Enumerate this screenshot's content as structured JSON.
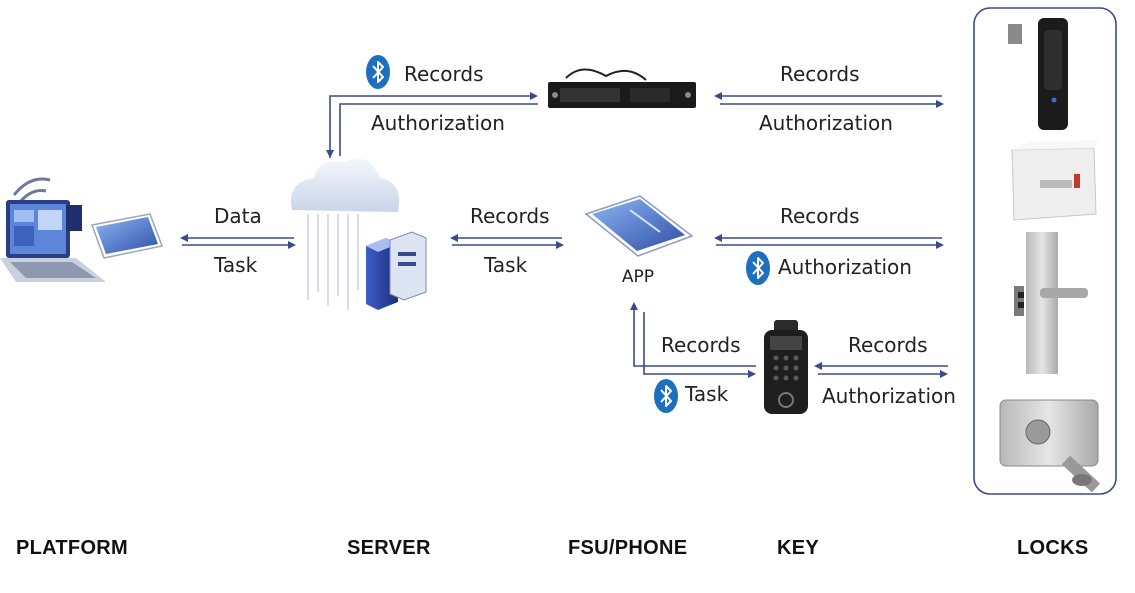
{
  "colors": {
    "arrow": "#3a4a8c",
    "bluetooth": "#1e6fc0",
    "locks_border": "#3a4a8c"
  },
  "columns": {
    "platform": "PLATFORM",
    "server": "SERVER",
    "fsu_phone": "FSU/PHONE",
    "key": "KEY",
    "locks": "LOCKS"
  },
  "flows": {
    "server_fsu": {
      "top": "Records",
      "bottom": "Authorization",
      "icon": "bluetooth-icon"
    },
    "fsu_locks": {
      "top": "Records",
      "bottom": "Authorization"
    },
    "platform_server": {
      "top": "Data",
      "bottom": "Task"
    },
    "server_phone": {
      "top": "Records",
      "bottom": "Task"
    },
    "phone_locks": {
      "top": "Records",
      "bottom": "Authorization",
      "icon": "bluetooth-icon"
    },
    "phone_key": {
      "top": "Records",
      "bottom": "Task",
      "icon": "bluetooth-icon"
    },
    "key_locks": {
      "top": "Records",
      "bottom": "Authorization"
    }
  },
  "phone": {
    "app_label": "APP"
  },
  "icons": [
    "laptop-icon",
    "tablet-icon",
    "cloud-server-icon",
    "fsu-device-icon",
    "phone-icon",
    "keypad-key-icon",
    "cabinet-lock-icon",
    "box-lock-icon",
    "door-handle-lock-icon",
    "rim-lock-icon"
  ]
}
